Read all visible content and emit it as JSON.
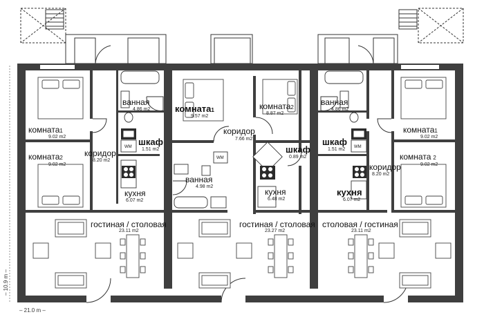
{
  "plan": {
    "rooms": [
      {
        "id": "u1-bed1",
        "name": "комната",
        "index": "1",
        "area": "9.02 m2"
      },
      {
        "id": "u1-bed2",
        "name": "комната",
        "index": "2",
        "area": "9.02 m2"
      },
      {
        "id": "u1-corr",
        "name": "коридор",
        "area": "8.20 m2"
      },
      {
        "id": "u1-bath",
        "name": "ванная",
        "area": "4.86 m2"
      },
      {
        "id": "u1-closet",
        "name": "шкаф",
        "area": "1.51 m2"
      },
      {
        "id": "u1-kitch",
        "name": "кухня",
        "area": "6.07 m2"
      },
      {
        "id": "u1-living",
        "name": "гостиная / столовая",
        "area": "23.11 m2"
      },
      {
        "id": "u2-bed1",
        "name": "комната",
        "index": "1",
        "area": "9.57 m2"
      },
      {
        "id": "u2-corr",
        "name": "коридор",
        "area": "7.66 m2"
      },
      {
        "id": "u2-bath",
        "name": "ванная",
        "area": "4.98 m2"
      },
      {
        "id": "u2-living",
        "name": "гостиная / столовая",
        "area": "23.27 m2"
      },
      {
        "id": "u3-bed2",
        "name": "комната",
        "index": "2",
        "area": "8.87 m2"
      },
      {
        "id": "u3-closet",
        "name": "шкаф",
        "area": "0.89 m2"
      },
      {
        "id": "u3-kitch",
        "name": "кухня",
        "area": "6.48 m2"
      },
      {
        "id": "u4-bath",
        "name": "ванная",
        "area": "4.86 m2"
      },
      {
        "id": "u4-closet",
        "name": "шкаф",
        "area": "1.51 m2"
      },
      {
        "id": "u4-kitch",
        "name": "кухня",
        "area": "6.07 m2"
      },
      {
        "id": "u4-bed1",
        "name": "комната",
        "index": "1",
        "area": "9.02 m2"
      },
      {
        "id": "u4-bed2",
        "name": "комната",
        "index": "2",
        "area": "9.02 m2"
      },
      {
        "id": "u4-corr",
        "name": "коридор",
        "area": "8.20 m2"
      },
      {
        "id": "u4-living",
        "name": "столовая / гостиная",
        "area": "23.11 m2"
      }
    ],
    "appliance_labels": {
      "wm": "WM"
    },
    "dimensions": {
      "width": "21.0 m",
      "height": "10.9 m"
    }
  }
}
